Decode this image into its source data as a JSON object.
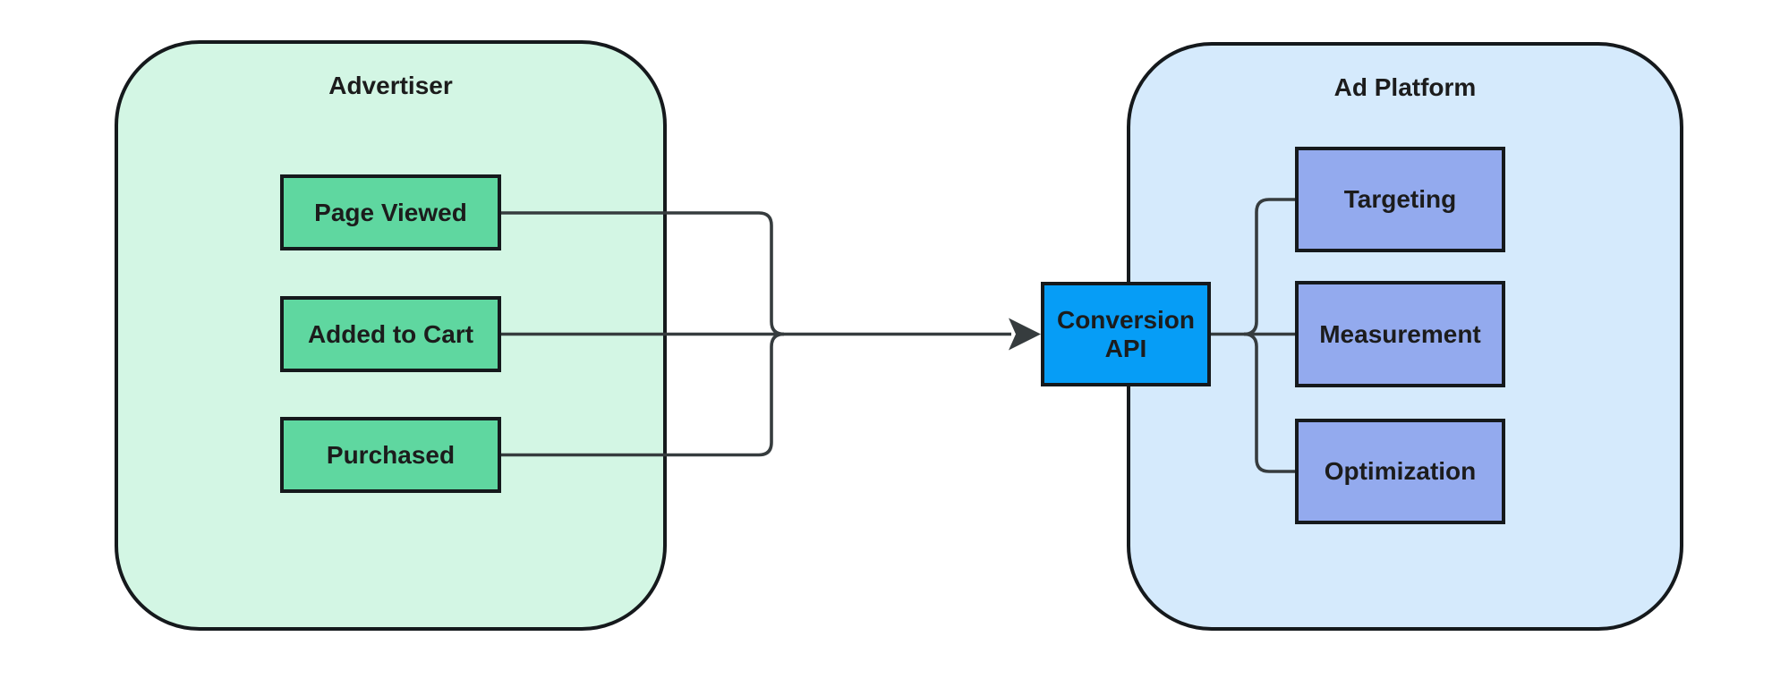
{
  "diagram": {
    "advertiser": {
      "title": "Advertiser",
      "events": [
        {
          "label": "Page Viewed"
        },
        {
          "label": "Added to Cart"
        },
        {
          "label": "Purchased"
        }
      ]
    },
    "conversion_api": {
      "label": "Conversion API"
    },
    "ad_platform": {
      "title": "Ad Platform",
      "capabilities": [
        {
          "label": "Targeting"
        },
        {
          "label": "Measurement"
        },
        {
          "label": "Optimization"
        }
      ]
    }
  },
  "colors": {
    "canvas_bg": "#ffffff",
    "advertiser_fill": "#d3f6e4",
    "event_fill": "#5fd7a0",
    "platform_fill": "#d5eafc",
    "capability_fill": "#93aaee",
    "api_fill": "#069df6",
    "border_color": "#15191c",
    "line_color": "#363c3e",
    "text_color": "#1c1c1c"
  }
}
